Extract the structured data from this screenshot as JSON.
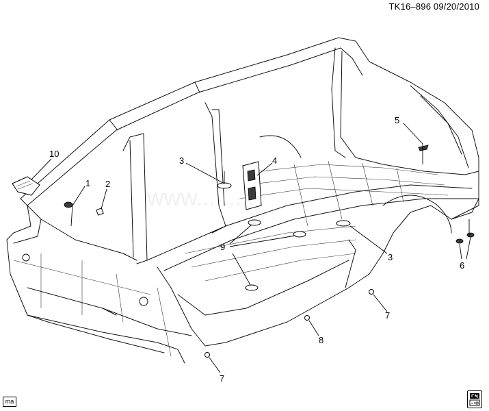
{
  "header": {
    "doc_id": "TK16–896  09/20/2010"
  },
  "footer": {
    "corner_tag": "ma"
  },
  "callouts": [
    {
      "id": "c10",
      "label": "10"
    },
    {
      "id": "c1",
      "label": "1"
    },
    {
      "id": "c2",
      "label": "2"
    },
    {
      "id": "c3a",
      "label": "3"
    },
    {
      "id": "c4",
      "label": "4"
    },
    {
      "id": "c5",
      "label": "5"
    },
    {
      "id": "c3b",
      "label": "3"
    },
    {
      "id": "c6",
      "label": "6"
    },
    {
      "id": "c9",
      "label": "9"
    },
    {
      "id": "c7a",
      "label": "7"
    },
    {
      "id": "c8",
      "label": "8"
    },
    {
      "id": "c7b",
      "label": "7"
    }
  ],
  "icons": {
    "logo": "gm-spo-logo-icon"
  }
}
